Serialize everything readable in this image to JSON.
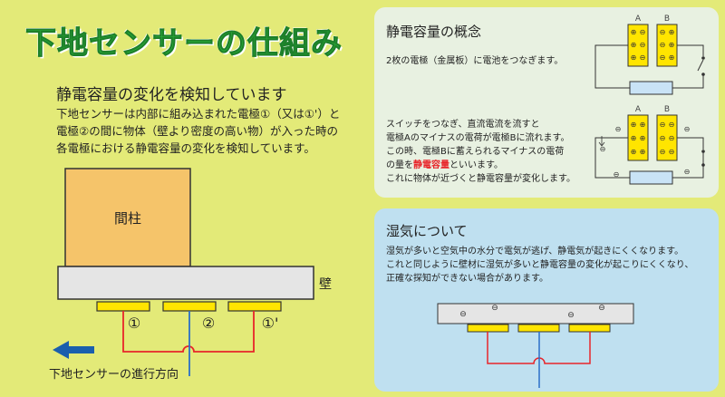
{
  "left": {
    "title": "下地センサーの仕組み",
    "subtitle": "静電容量の変化を検知しています",
    "desc_lines": [
      "下地センサーは内部に組み込まれた電極①（又は①'）と",
      "電極②の間に物体（壁より密度の高い物）が入った時の",
      "各電極における静電容量の変化を検知しています。"
    ],
    "pillar_label": "間柱",
    "wall_label": "壁",
    "electrodes": [
      "①",
      "②",
      "①'"
    ],
    "direction_label": "下地センサーの進行方向"
  },
  "concept": {
    "title": "静電容量の概念",
    "text1": "2枚の電極（金属板）に電池をつなぎます。",
    "text2_lines": [
      "スイッチをつなぎ、直流電流を流すと",
      "電極Aのマイナスの電荷が電極Bに流れます。",
      "この時、電極Bに蓄えられるマイナスの電荷"
    ],
    "text3_pre": "の量を",
    "text3_red": "静電容量",
    "text3_post": "といいます。",
    "text4": "これに物体が近づくと静電容量が変化します。",
    "plate_a": "A",
    "plate_b": "B",
    "plate_a_signs": [
      "⊕",
      "⊖",
      "⊕",
      "⊖",
      "⊕",
      "⊖"
    ],
    "plate_b_signs": [
      "⊖",
      "⊕",
      "⊖",
      "⊕",
      "⊖",
      "⊕"
    ],
    "minus": "⊖"
  },
  "humidity": {
    "title": "湿気について",
    "lines": [
      "湿気が多いと空気中の水分で電気が逃げ、静電気が起きにくくなります。",
      "これと同じように壁材に湿気が多いと静電容量の変化が起こりにくくなり、",
      "正確な探知ができない場合があります。"
    ],
    "minus": "⊖"
  },
  "colors": {
    "title_green": "#2bb13a",
    "background": "#e3ea78",
    "electrode": "#ffe500",
    "wire_red": "#e8252a",
    "wire_blue": "#2a6fc9",
    "accent_red": "#e8252a"
  }
}
